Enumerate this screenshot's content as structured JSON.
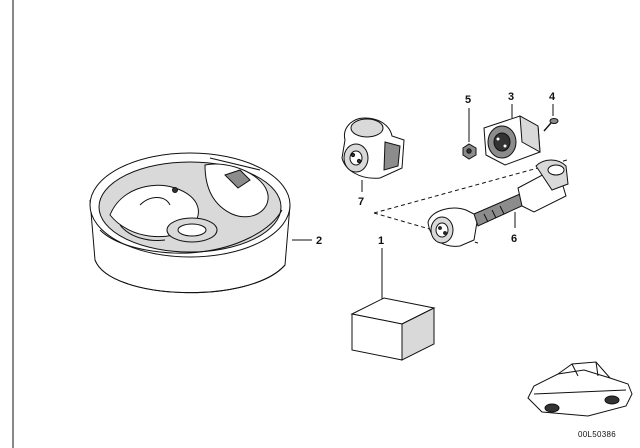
{
  "callouts": {
    "part_1": "1",
    "part_2": "2",
    "part_3": "3",
    "part_4": "4",
    "part_5": "5",
    "part_6": "6",
    "part_7": "7"
  },
  "document_code": "00L50386",
  "colors": {
    "line": "#111111",
    "light_fill": "#d9d9d9",
    "mid_fill": "#8c8c8c",
    "dark_fill": "#333333"
  }
}
